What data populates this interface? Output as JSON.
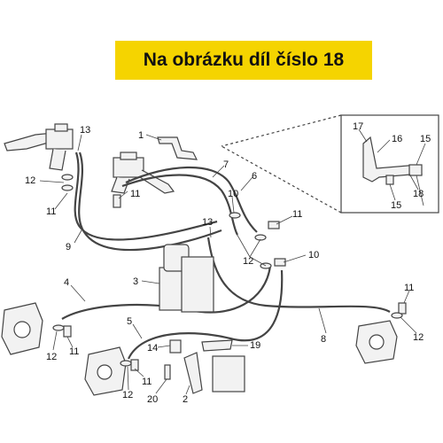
{
  "banner": {
    "text": "Na obrázku díl číslo 18"
  },
  "callouts": [
    {
      "id": "c13",
      "text": "13"
    },
    {
      "id": "c12a",
      "text": "12"
    },
    {
      "id": "c11a",
      "text": "11"
    },
    {
      "id": "c9",
      "text": "9"
    },
    {
      "id": "c1",
      "text": "1"
    },
    {
      "id": "c11b",
      "text": "11"
    },
    {
      "id": "c7",
      "text": "7"
    },
    {
      "id": "c6",
      "text": "6"
    },
    {
      "id": "c10a",
      "text": "10"
    },
    {
      "id": "c11c",
      "text": "11"
    },
    {
      "id": "c13b",
      "text": "13"
    },
    {
      "id": "c12b",
      "text": "12"
    },
    {
      "id": "c10b",
      "text": "10"
    },
    {
      "id": "c3",
      "text": "3"
    },
    {
      "id": "c4",
      "text": "4"
    },
    {
      "id": "c5",
      "text": "5"
    },
    {
      "id": "c12c",
      "text": "12"
    },
    {
      "id": "c11d",
      "text": "11"
    },
    {
      "id": "c14",
      "text": "14"
    },
    {
      "id": "c19",
      "text": "19"
    },
    {
      "id": "c12d",
      "text": "12"
    },
    {
      "id": "c11e",
      "text": "11"
    },
    {
      "id": "c20",
      "text": "20"
    },
    {
      "id": "c2",
      "text": "2"
    },
    {
      "id": "c8",
      "text": "8"
    },
    {
      "id": "c11f",
      "text": "11"
    },
    {
      "id": "c12e",
      "text": "12"
    },
    {
      "id": "c17",
      "text": "17"
    },
    {
      "id": "c16",
      "text": "16"
    },
    {
      "id": "c15a",
      "text": "15"
    },
    {
      "id": "c15b",
      "text": "15"
    },
    {
      "id": "c18",
      "text": "18"
    }
  ],
  "colors": {
    "banner": "#f5d400",
    "line": "#444444",
    "part_fill": "#f2f2f2"
  }
}
